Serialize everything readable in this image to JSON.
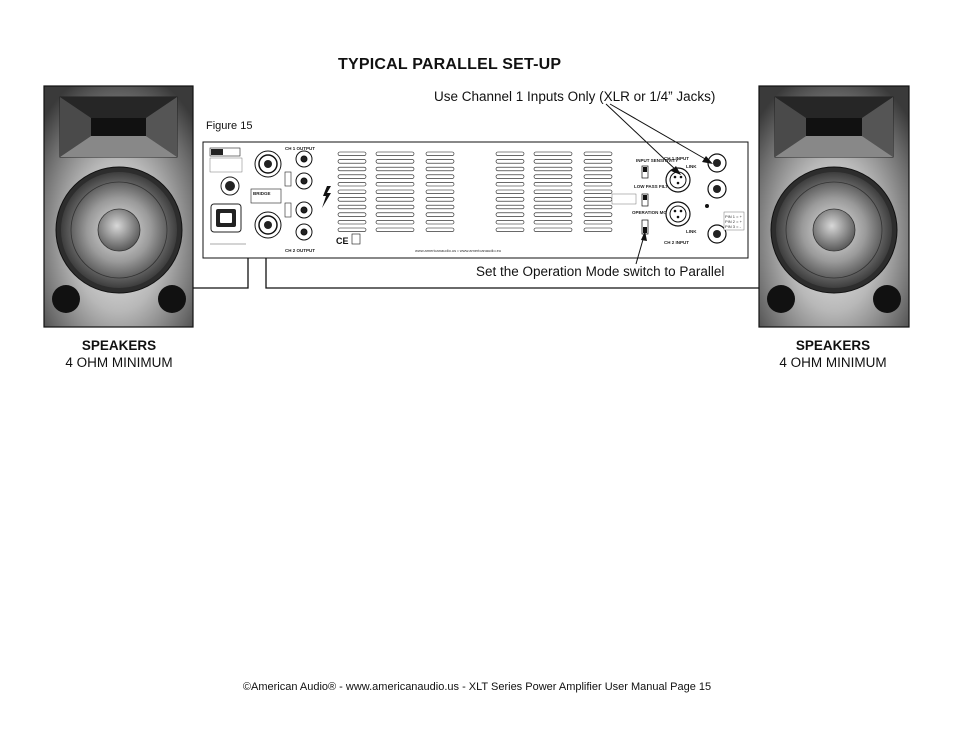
{
  "page": {
    "title": "TYPICAL PARALLEL SET-UP",
    "figure_label": "Figure 15",
    "footer": "©American Audio®  -  www.americanaudio.us  -  XLT Series Power Amplifier User Manual  Page 15"
  },
  "callouts": {
    "inputs": "Use Channel 1 Inputs Only (XLR or 1/4” Jacks)",
    "operation_mode": "Set the Operation Mode switch to Parallel"
  },
  "speakers": {
    "left": {
      "title": "SPEAKERS",
      "subtitle": "4 OHM MINIMUM"
    },
    "right": {
      "title": "SPEAKERS",
      "subtitle": "4 OHM MINIMUM"
    }
  },
  "amplifier_panel": {
    "ch1_output": "CH 1 OUTPUT",
    "ch2_output": "CH 2 OUTPUT",
    "ch1_input": "CH 1 INPUT",
    "ch2_input": "CH 2 INPUT",
    "link_1": "LINK",
    "link_2": "LINK",
    "input_sensitivity": "INPUT SENSITIVITY",
    "low_pass_filter": "LOW PASS FILTER",
    "operation_mode": "OPERATION MODE",
    "bridge": "BRIDGE",
    "website": "www.americanaudio.us • www.americanaudio.eu",
    "pin_labels": [
      "PIN 1 = +",
      "PIN 2 = +",
      "PIN 3 = -"
    ]
  },
  "colors": {
    "ink": "#111111",
    "panel_fill": "#ffffff",
    "speaker_dark": "#2a2a2a"
  }
}
